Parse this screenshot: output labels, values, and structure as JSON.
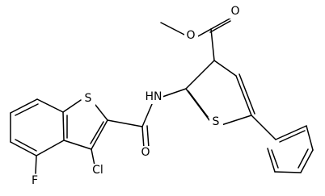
{
  "molecule": {
    "atom_labels": {
      "ester_carbonyl_oxygen": "O",
      "ester_ether_oxygen": "O",
      "amide_nh": "HN",
      "amide_oxygen": "O",
      "benzothiophene_sulfur": "S",
      "thiophene_sulfur": "S",
      "chlorine": "Cl",
      "fluorine": "F"
    }
  }
}
